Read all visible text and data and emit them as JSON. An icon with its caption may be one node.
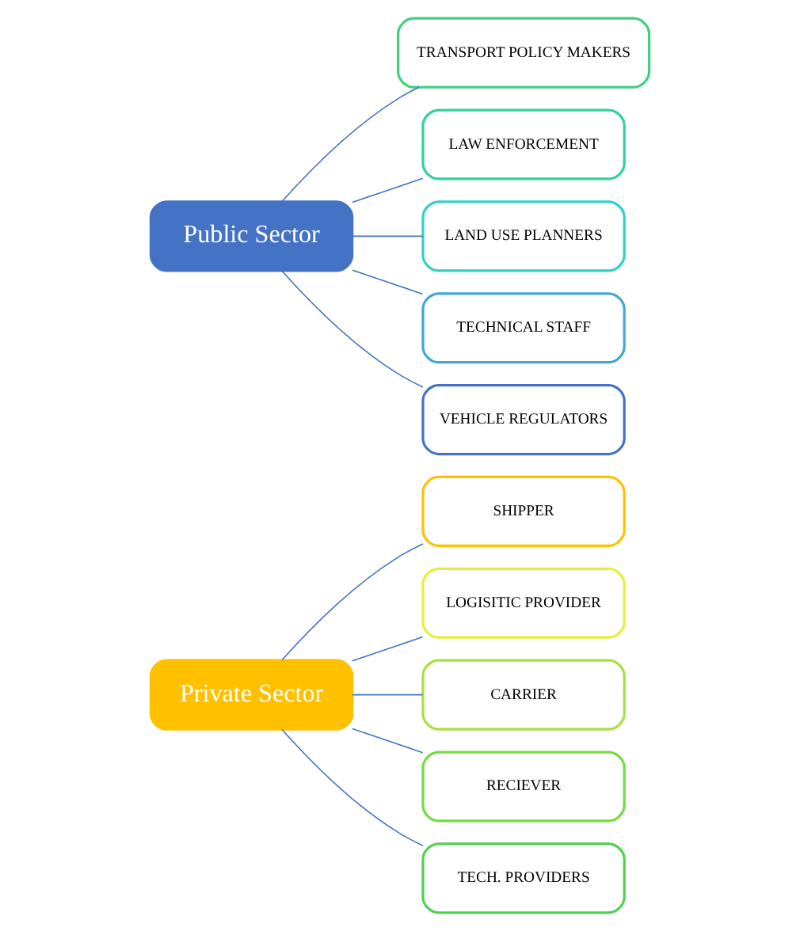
{
  "diagram": {
    "nodes": [
      {
        "text": [
          "Private Sector"
        ]
      },
      {
        "text": [
          "SHIPPER"
        ]
      },
      {
        "text": [
          "LOGISITIC PROVIDER"
        ]
      },
      {
        "text": [
          "CARRIER"
        ]
      },
      {
        "text": [
          "RECIEVER"
        ]
      },
      {
        "text": [
          "TECH. PROVIDERS"
        ]
      },
      {
        "text": [
          "Public Sector"
        ]
      },
      {
        "text": [
          "TRANSPORT POLICY MAKERS"
        ]
      },
      {
        "text": [
          "LAW ENFORCEMENT"
        ]
      },
      {
        "text": [
          "LAND USE PLANNERS"
        ]
      },
      {
        "text": [
          "TECHNICAL STAFF"
        ]
      },
      {
        "text": [
          "VEHICLE REGULATORS"
        ]
      }
    ],
    "edges": [
      {
        "from": 0,
        "to": 1,
        "arrow": "none"
      },
      {
        "from": 0,
        "to": 2,
        "arrow": "none"
      },
      {
        "from": 0,
        "to": 3,
        "arrow": "none"
      },
      {
        "from": 0,
        "to": 4,
        "arrow": "none"
      },
      {
        "from": 0,
        "to": 5,
        "arrow": "none"
      },
      {
        "from": 6,
        "to": 7,
        "arrow": "none"
      },
      {
        "from": 6,
        "to": 8,
        "arrow": "none"
      },
      {
        "from": 6,
        "to": 9,
        "arrow": "none"
      },
      {
        "from": 6,
        "to": 10,
        "arrow": "none"
      },
      {
        "from": 6,
        "to": 11,
        "arrow": "none"
      }
    ]
  }
}
